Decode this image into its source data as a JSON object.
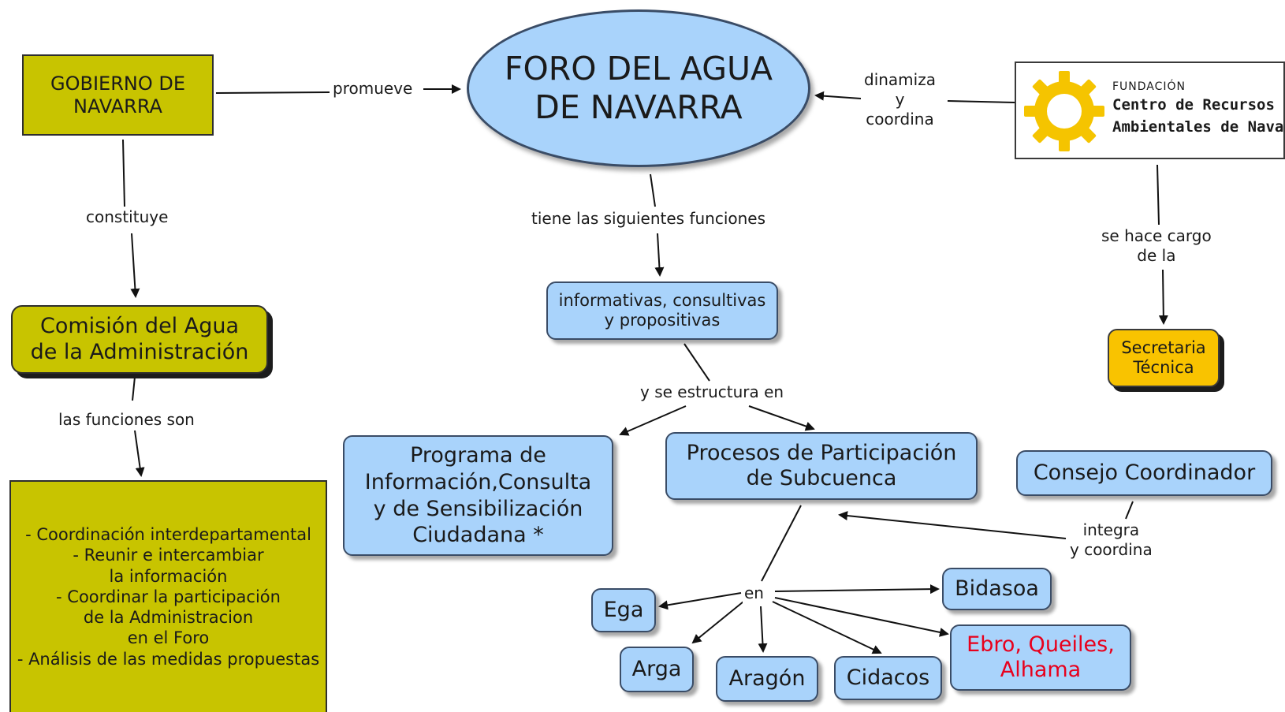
{
  "nodes": {
    "foro": [
      "FORO DEL AGUA",
      "DE NAVARRA"
    ],
    "gobierno": [
      "GOBIERNO DE",
      "NAVARRA"
    ],
    "fundacion": {
      "small": "FUNDACIÓN",
      "line1": "Centro de Recursos",
      "line2": "Ambientales de Navarra",
      "logo_icon": "gear-sun-logo",
      "logo_color": "#f5c400"
    },
    "comision": [
      "Comisión del Agua",
      "de la Administración"
    ],
    "funciones_lista": [
      "- Coordinación interdepartamental",
      "- Reunir e intercambiar",
      "la información",
      "- Coordinar la participación",
      "de la Administracion",
      "en el Foro",
      "- Análisis de las medidas propuestas"
    ],
    "informativas": [
      "informativas, consultivas",
      "y propositivas"
    ],
    "programa": [
      "Programa de",
      "Información,Consulta",
      "y de Sensibilización",
      "Ciudadana *"
    ],
    "procesos": [
      "Procesos de Participación",
      "de Subcuenca"
    ],
    "consejo": "Consejo Coordinador",
    "secretaria": [
      "Secretaria",
      "Técnica"
    ],
    "ega": "Ega",
    "arga": "Arga",
    "aragon": "Aragón",
    "cidacos": "Cidacos",
    "bidasoa": "Bidasoa",
    "ebro": [
      "Ebro, Queiles,",
      "Alhama"
    ]
  },
  "links": {
    "promueve": "promueve",
    "dinamiza": [
      "dinamiza",
      "y",
      "coordina"
    ],
    "constituye": "constituye",
    "tiene": "tiene las siguientes funciones",
    "se_hace_cargo": [
      "se hace cargo",
      "de la"
    ],
    "las_funciones": "las funciones son",
    "se_estructura": "y se estructura en",
    "integra": [
      "integra",
      "y coordina"
    ],
    "en": "en"
  },
  "colors": {
    "olive": "#c8c400",
    "blue": "#a9d3fb",
    "gold": "#f9c300",
    "highlight_text": "#e8001c"
  }
}
